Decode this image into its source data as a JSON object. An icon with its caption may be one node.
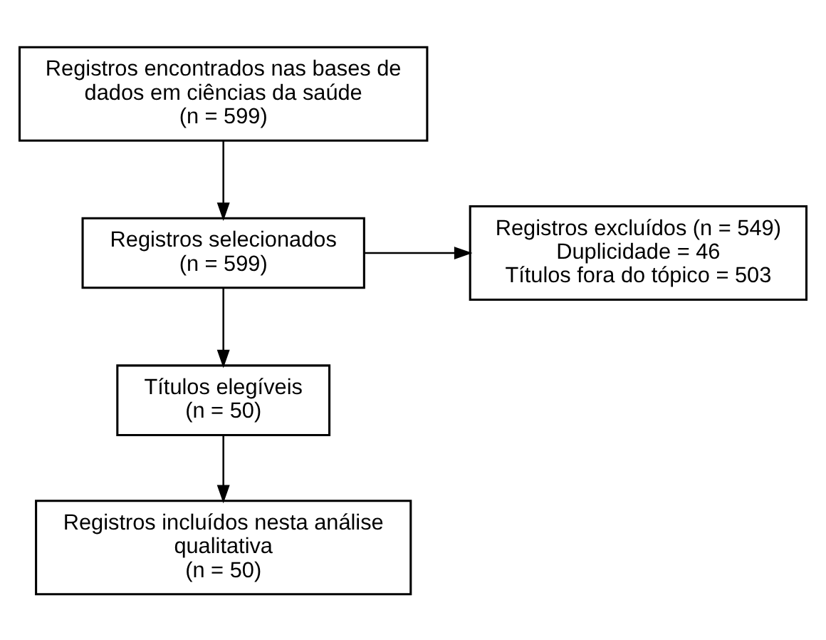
{
  "diagram": {
    "nodes": [
      {
        "text": [
          "Registros encontrados nas bases de dados em ciências da saúde",
          "(n = 599)"
        ]
      },
      {
        "text": [
          "Registros selecionados",
          "(n = 599)"
        ]
      },
      {
        "text": [
          "Registros excluídos (n = 549)",
          "Duplicidade = 46",
          "Títulos fora do tópico = 503"
        ]
      },
      {
        "text": [
          "Títulos elegíveis",
          "(n = 50)"
        ]
      },
      {
        "text": [
          "Registros incluídos nesta análise qualitativa",
          "(n = 50)"
        ]
      }
    ],
    "edges": [
      {
        "from": 0,
        "to": 1,
        "arrow": "to"
      },
      {
        "from": 1,
        "to": 2,
        "arrow": "to"
      },
      {
        "from": 1,
        "to": 3,
        "arrow": "to"
      },
      {
        "from": 3,
        "to": 4,
        "arrow": "to"
      }
    ]
  }
}
